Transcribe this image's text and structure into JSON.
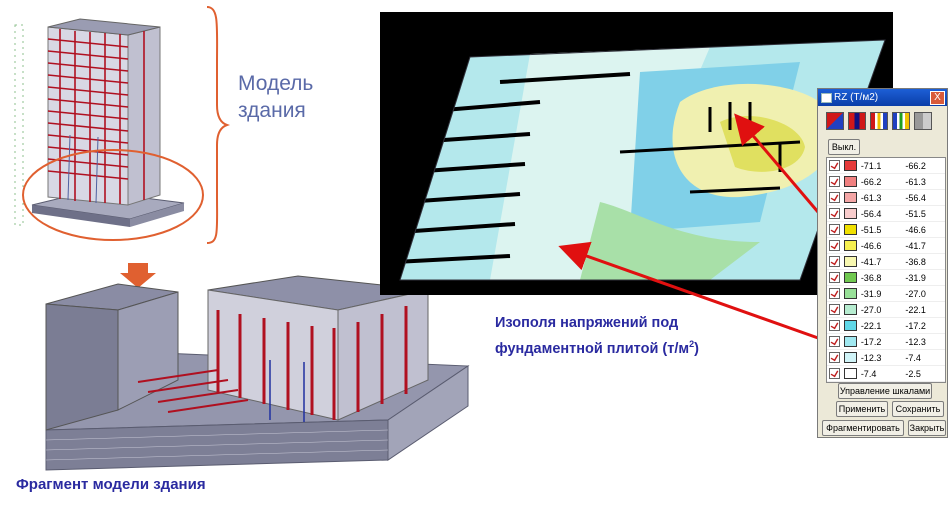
{
  "labels": {
    "model_line1": "Модель",
    "model_line2": "здания",
    "iso_line1": "Изополя напряжений под",
    "iso_line2": "фундаментной плитой (т/м",
    "iso_sup": "2",
    "iso_close": ")",
    "fragment": "Фрагмент модели здания"
  },
  "legend_window": {
    "title": "RZ (Т/м2)",
    "close_label": "X",
    "off_button": "Выкл.",
    "scale_button": "Управление шкалами",
    "apply_button": "Применить",
    "save_button": "Сохранить",
    "fragment_button": "Фрагментировать",
    "close_button": "Закрыть",
    "rows": [
      {
        "from": "-71.1",
        "to": "-66.2",
        "color": "#e63b3b"
      },
      {
        "from": "-66.2",
        "to": "-61.3",
        "color": "#f08080"
      },
      {
        "from": "-61.3",
        "to": "-56.4",
        "color": "#f4a6a6"
      },
      {
        "from": "-56.4",
        "to": "-51.5",
        "color": "#f8cccc"
      },
      {
        "from": "-51.5",
        "to": "-46.6",
        "color": "#f0e000"
      },
      {
        "from": "-46.6",
        "to": "-41.7",
        "color": "#f6f050"
      },
      {
        "from": "-41.7",
        "to": "-36.8",
        "color": "#f7f7b0"
      },
      {
        "from": "-36.8",
        "to": "-31.9",
        "color": "#70c850"
      },
      {
        "from": "-31.9",
        "to": "-27.0",
        "color": "#98e098"
      },
      {
        "from": "-27.0",
        "to": "-22.1",
        "color": "#b6ecd0"
      },
      {
        "from": "-22.1",
        "to": "-17.2",
        "color": "#60d8e8"
      },
      {
        "from": "-17.2",
        "to": "-12.3",
        "color": "#a0e8f0"
      },
      {
        "from": "-12.3",
        "to": "-7.4",
        "color": "#d0f4f8"
      },
      {
        "from": "-7.4",
        "to": "-2.5",
        "color": "#ffffff"
      }
    ]
  },
  "colors": {
    "arrow": "#e01010",
    "brace": "#e06030",
    "building_frame": "#b01020",
    "slab": "#8e90a8"
  }
}
